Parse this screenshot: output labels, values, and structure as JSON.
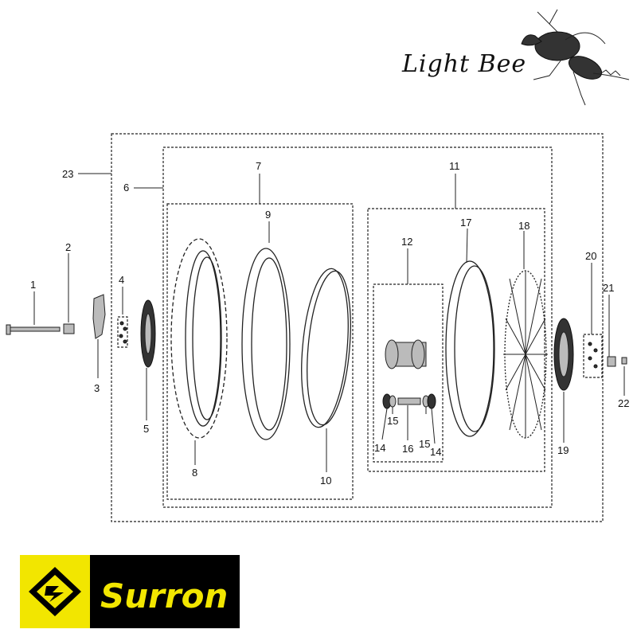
{
  "header": {
    "model_name": "Light Bee"
  },
  "brand": {
    "logo_text": "Surron",
    "colors": {
      "logo_black": "#000000",
      "logo_yellow": "#f2e600"
    },
    "logo_icon": "surron-diamond-logo-icon",
    "mascot_icon": "bee-mascot-icon"
  },
  "diagram": {
    "part_numbers": {
      "p1": "1",
      "p2": "2",
      "p3": "3",
      "p4": "4",
      "p5": "5",
      "p6": "6",
      "p7": "7",
      "p8": "8",
      "p9": "9",
      "p10": "10",
      "p11": "11",
      "p12": "12",
      "p14a": "14",
      "p15a": "15",
      "p16": "16",
      "p15b": "15",
      "p14b": "14",
      "p17": "17",
      "p18": "18",
      "p19": "19",
      "p20": "20",
      "p21": "21",
      "p22": "22",
      "p23": "23"
    }
  }
}
